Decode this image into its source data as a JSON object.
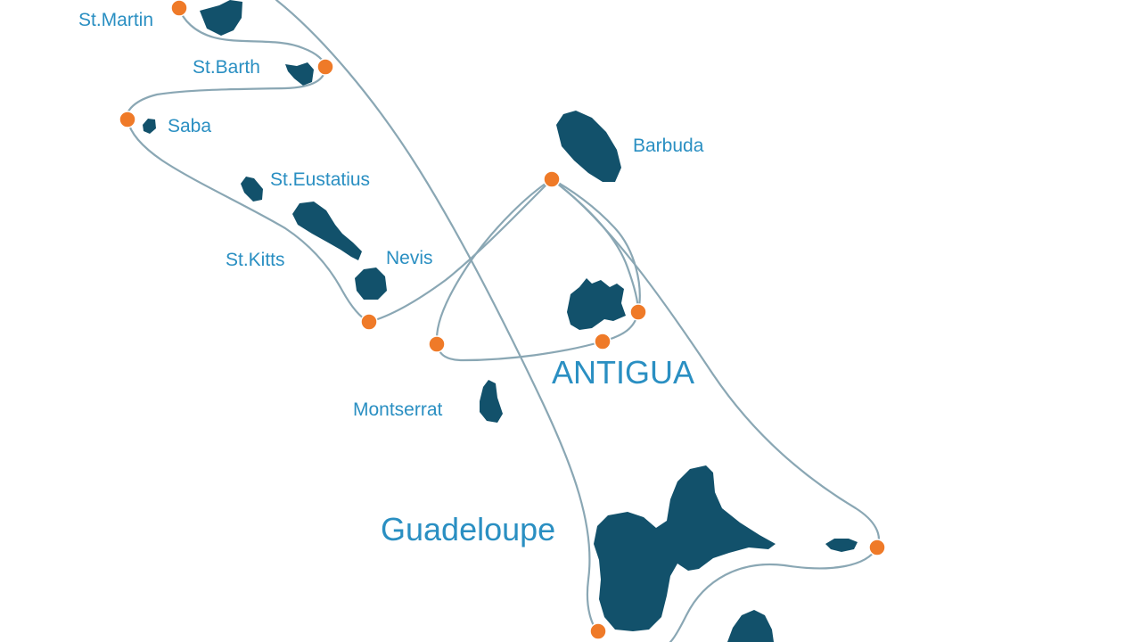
{
  "colors": {
    "island": "#12516b",
    "route": "#8aa7b4",
    "stop": "#ef7a28",
    "label": "#2a8fc2",
    "background": "#ffffff"
  },
  "labels": {
    "st_martin": "St.Martin",
    "st_barth": "St.Barth",
    "saba": "Saba",
    "st_eustatius": "St.Eustatius",
    "st_kitts": "St.Kitts",
    "nevis": "Nevis",
    "barbuda": "Barbuda",
    "antigua": "ANTIGUA",
    "montserrat": "Montserrat",
    "guadeloupe": "Guadeloupe"
  }
}
